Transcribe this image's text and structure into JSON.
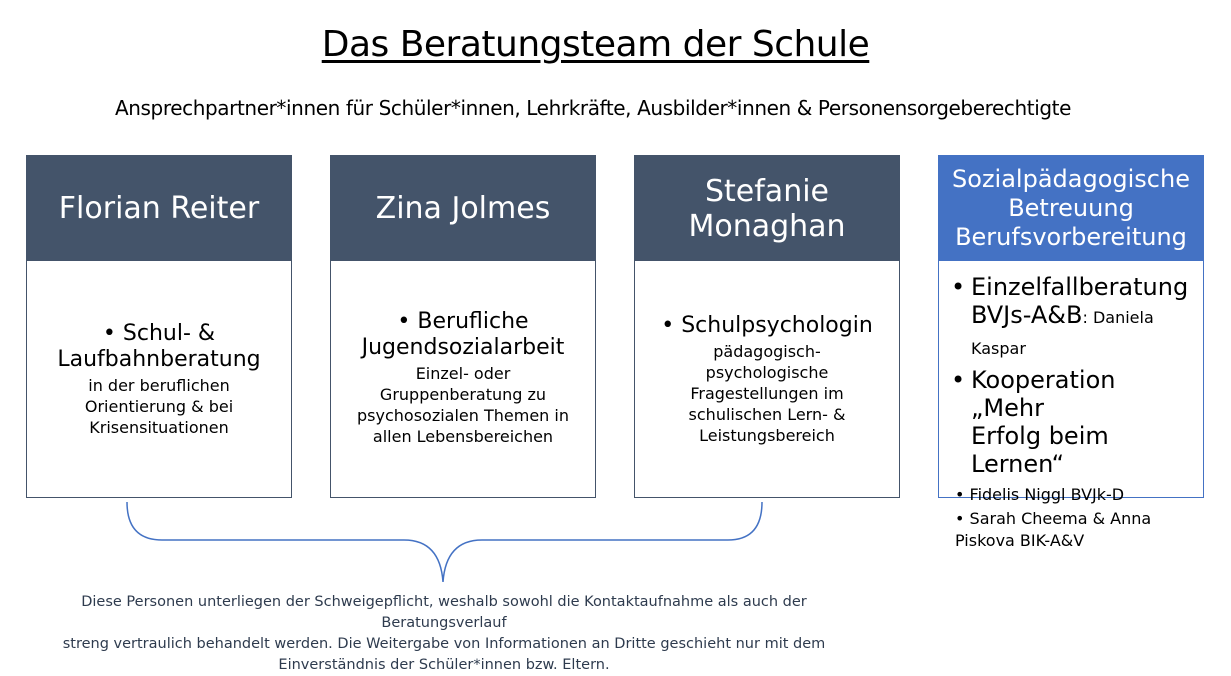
{
  "title": "Das Beratungsteam der Schule",
  "subtitle": "Ansprechpartner*innen für Schüler*innen, Lehrkräfte, Ausbilder*innen & Personensorgeberechtigte",
  "cards": [
    {
      "name_lines": [
        "Florian Reiter"
      ],
      "lead": [
        "Schul- &",
        "Laufbahnberatung"
      ],
      "detail": [
        "in der beruflichen",
        "Orientierung & bei",
        "Krisensituationen"
      ]
    },
    {
      "name_lines": [
        "Zina Jolmes"
      ],
      "lead": [
        "Berufliche",
        "Jugendsozialarbeit"
      ],
      "detail": [
        "Einzel- oder",
        "Gruppenberatung zu",
        "psychosozialen Themen in",
        "allen Lebensbereichen"
      ]
    },
    {
      "name_lines": [
        "Stefanie",
        "Monaghan"
      ],
      "lead": [
        "Schulpsychologin"
      ],
      "detail": [
        "pädagogisch-",
        "psychologische",
        "Fragestellungen im",
        "schulischen Lern- &",
        "Leistungsbereich"
      ]
    },
    {
      "name_lines": [
        "Sozialpädagogische",
        "Betreuung",
        "Berufsvorbereitung"
      ],
      "item1_a": "Einzelfallberatung",
      "item1_b": "BVJs-A&B",
      "item1_c": ": Daniela",
      "item1_d": "Kaspar",
      "item2_a": "Kooperation „Mehr",
      "item2_b": "Erfolg beim Lernen“",
      "sub1": "Fidelis Niggl BVJk-D",
      "sub2_a": "Sarah Cheema & Anna",
      "sub2_b": "Piskova BIK-A&V"
    }
  ],
  "bullet": "•",
  "note": [
    "Diese Personen unterliegen der Schweigepflicht, weshalb sowohl die Kontaktaufnahme als auch der Beratungsverlauf",
    "streng vertraulich behandelt werden. Die Weitergabe von Informationen an Dritte geschieht nur mit dem",
    "Einverständnis der Schüler*innen bzw. Eltern."
  ],
  "colors": {
    "header_dark": "#44546a",
    "header_blue": "#4472c4",
    "brace": "#4472c4"
  }
}
